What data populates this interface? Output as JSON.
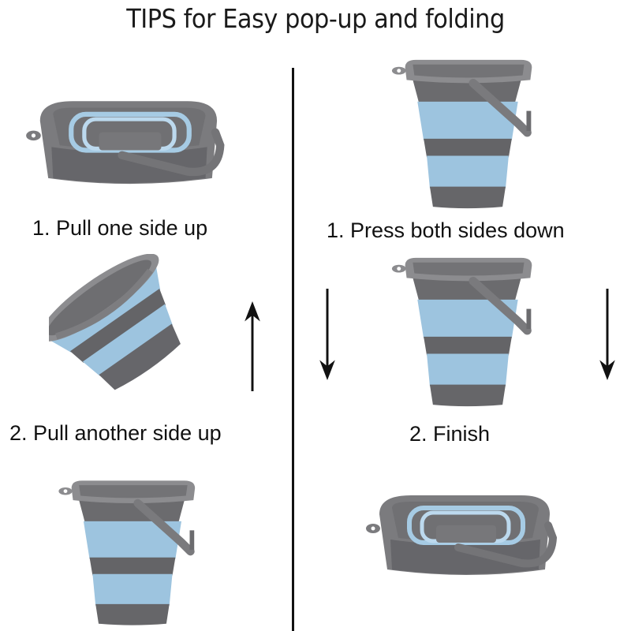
{
  "title": "TIPS for Easy pop-up and folding",
  "colors": {
    "bucket_gray": "#6b6b6e",
    "bucket_rim": "#8c8c8f",
    "bucket_blue": "#9dc4df",
    "arrow": "#111111",
    "divider": "#111111"
  },
  "left_column": {
    "steps": [
      {
        "caption": "1. Pull one side up",
        "image": "collapsed-bucket-icon"
      },
      {
        "caption": "2. Pull another side up",
        "image": "tilted-bucket-icon",
        "arrow": "arrow-up-icon"
      },
      {
        "caption": "",
        "image": "expanded-bucket-icon"
      }
    ]
  },
  "right_column": {
    "steps": [
      {
        "caption": "1. Press both sides down",
        "image": "expanded-bucket-icon"
      },
      {
        "caption": "2. Finish",
        "image": "expanded-bucket-icon",
        "arrows": [
          "arrow-down-icon",
          "arrow-down-icon"
        ]
      },
      {
        "caption": "",
        "image": "collapsed-bucket-icon"
      }
    ]
  }
}
